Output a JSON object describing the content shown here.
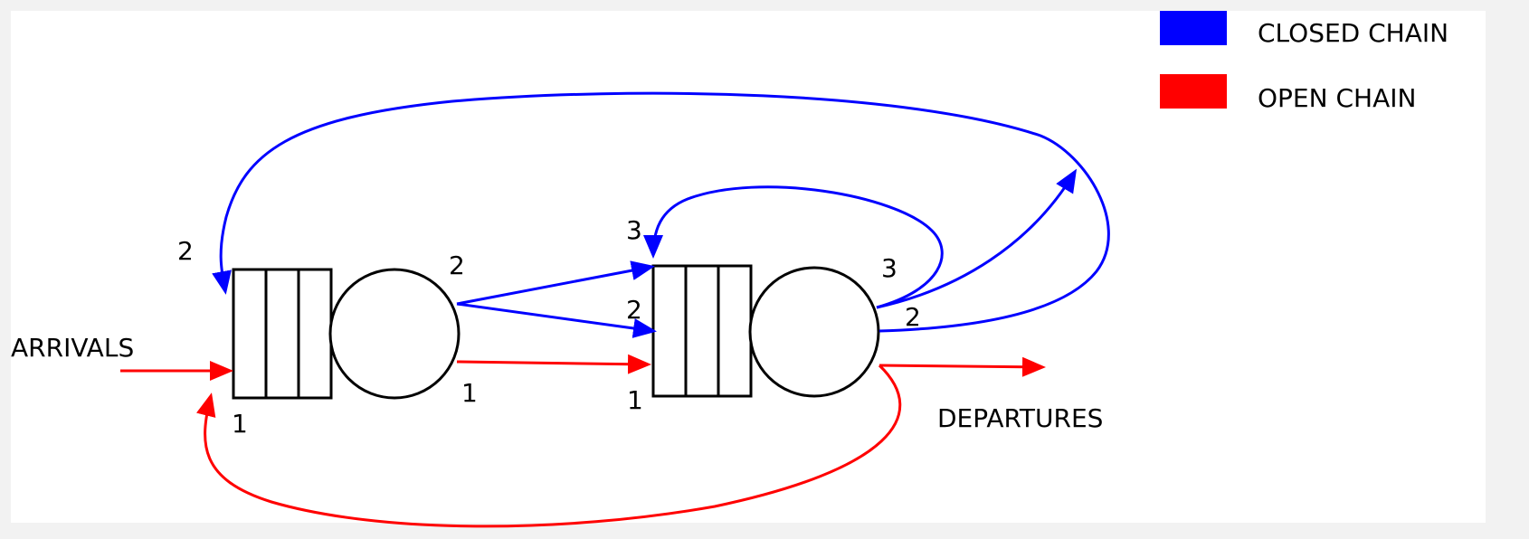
{
  "legend": {
    "closed": {
      "label": "CLOSED CHAIN",
      "color": "#0000ff"
    },
    "open": {
      "label": "OPEN CHAIN",
      "color": "#ff0000"
    }
  },
  "labels": {
    "arrivals": "ARRIVALS",
    "departures": "DEPARTURES"
  },
  "queue1": {
    "in_closed": "2",
    "in_open": "1",
    "out_closed": "2",
    "out_open": "1"
  },
  "queue2": {
    "in_closed_feedback": "3",
    "in_closed": "2",
    "in_open": "1",
    "out_closed_feedback": "3",
    "out_closed": "2"
  },
  "colors": {
    "closed": "#0000ff",
    "open": "#ff0000",
    "stroke": "#000000"
  }
}
